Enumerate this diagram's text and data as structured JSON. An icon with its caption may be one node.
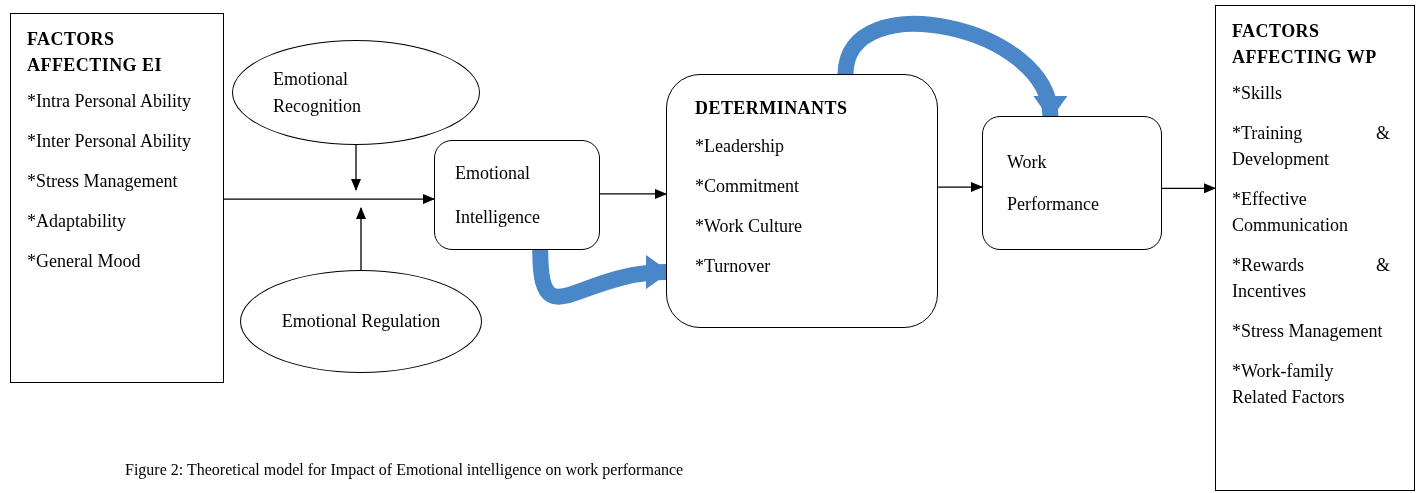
{
  "diagram": {
    "caption": "Figure 2: Theoretical model for Impact of Emotional intelligence on work performance",
    "nodes": [
      {
        "text": [
          "FACTORS AFFECTING EI",
          "*Intra Personal Ability",
          "*Inter Personal Ability",
          "*Stress Management",
          "*Adaptability",
          "*General Mood"
        ]
      },
      {
        "text": [
          "Emotional Recognition"
        ]
      },
      {
        "text": [
          "Emotional Regulation"
        ]
      },
      {
        "text": [
          "Emotional Intelligence"
        ]
      },
      {
        "text": [
          "DETERMINANTS",
          "*Leadership",
          "*Commitment",
          "*Work Culture",
          "*Turnover"
        ]
      },
      {
        "text": [
          "Work Performance"
        ]
      },
      {
        "text": [
          "FACTORS AFFECTING WP",
          "*Skills",
          "*Training & Development",
          "*Effective Communication",
          "*Rewards & Incentives",
          "*Stress Management",
          "*Work-family Related Factors"
        ]
      }
    ],
    "edges": [
      {
        "from": 0,
        "to": 3,
        "arrow": "to"
      },
      {
        "from": 1,
        "to": null,
        "arrow": "to"
      },
      {
        "from": 2,
        "to": null,
        "arrow": "to"
      },
      {
        "from": 3,
        "to": 4,
        "arrow": "to"
      },
      {
        "from": 3,
        "to": 4,
        "arrow": "to",
        "style": "thick",
        "color": "#4a87c9"
      },
      {
        "from": 4,
        "to": 5,
        "arrow": "to",
        "style": "thick",
        "color": "#4a87c9"
      },
      {
        "from": 4,
        "to": 5,
        "arrow": "to"
      },
      {
        "from": 5,
        "to": 6,
        "arrow": "to"
      }
    ]
  }
}
